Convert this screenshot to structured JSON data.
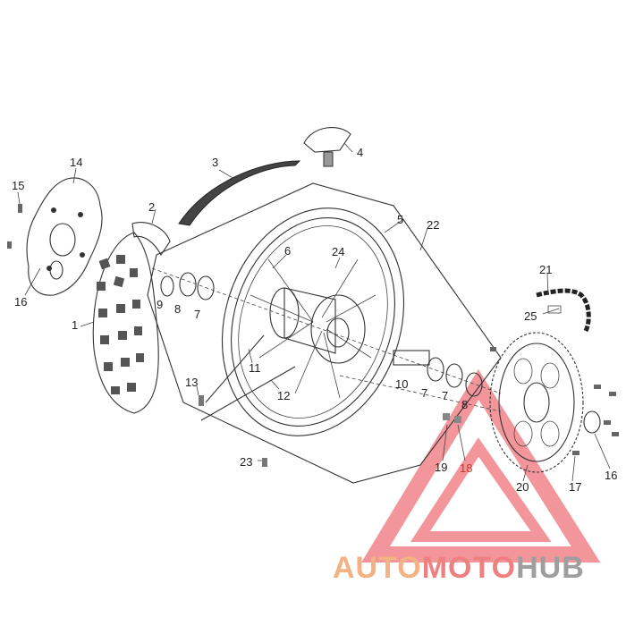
{
  "labels": {
    "l1": "1",
    "l2": "2",
    "l3": "3",
    "l4": "4",
    "l5": "5",
    "l6": "6",
    "l7a": "7",
    "l7b": "7",
    "l7c": "7",
    "l8a": "8",
    "l8b": "8",
    "l9": "9",
    "l10": "10",
    "l11": "11",
    "l12": "12",
    "l13": "13",
    "l14": "14",
    "l15": "15",
    "l16a": "16",
    "l16b": "16",
    "l17": "17",
    "l18": "18",
    "l19": "19",
    "l20": "20",
    "l21": "21",
    "l22": "22",
    "l23": "23",
    "l24": "24",
    "l25": "25"
  },
  "watermark": {
    "part_auto": "AUTO",
    "part_moto": "MOTO",
    "part_hub": "HUB",
    "color_auto": "#f4b183",
    "color_moto": "#f08080",
    "color_hub": "#9e9e9e",
    "triangle_color": "#e8424a"
  }
}
